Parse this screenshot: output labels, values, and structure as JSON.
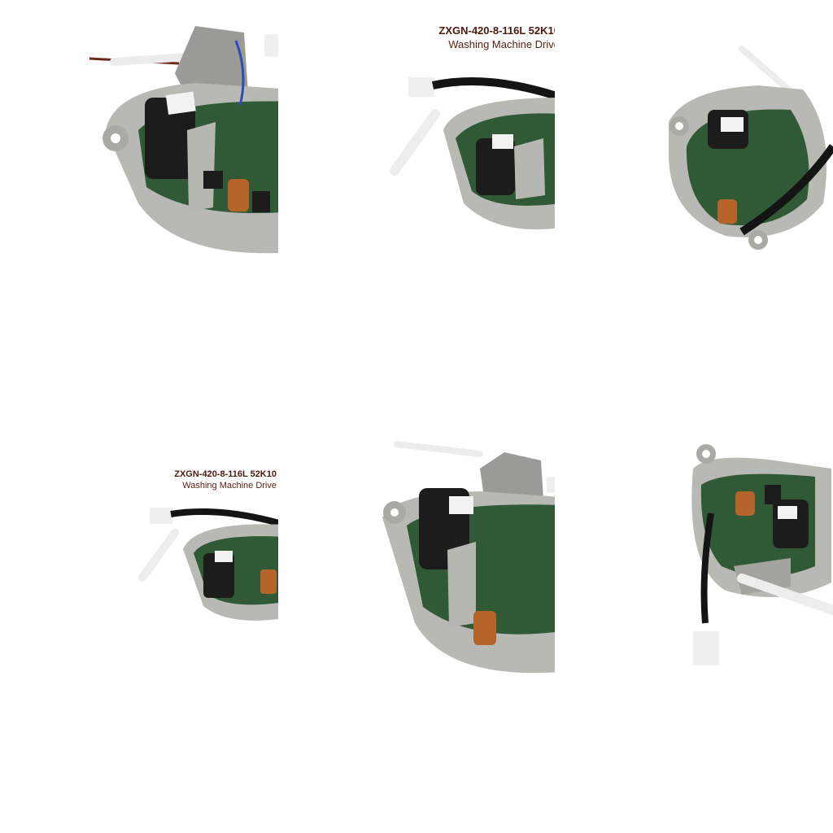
{
  "layout_grid": "2 rows x 3 columns product photo collage",
  "product": {
    "model_label": "ZXGN-420-8-116L   52K10",
    "description_label": "Washing Machine Drive"
  },
  "tiles": [
    {
      "id": "tile-1",
      "view": "top-left close-up of drive board with black capacitor and copper coil"
    },
    {
      "id": "tile-2",
      "view": "angled view with connector and white lead, captioned"
    },
    {
      "id": "tile-3",
      "view": "full top view of round housing with wires"
    },
    {
      "id": "tile-4",
      "view": "small angled view captioned"
    },
    {
      "id": "tile-5",
      "view": "close-up with capacitor and heatsink bracket"
    },
    {
      "id": "tile-6",
      "view": "rotated view with heatsink fins and white connector"
    }
  ],
  "colors": {
    "pcb_green": "#2f5a35",
    "housing_grey": "#b8b8b4",
    "capacitor_black": "#1c1c1c",
    "coil_copper": "#b5652a",
    "caption_brown": "#5a1f12"
  },
  "icons": [
    "capacitor",
    "copper-coil",
    "connector-plug",
    "cable"
  ]
}
